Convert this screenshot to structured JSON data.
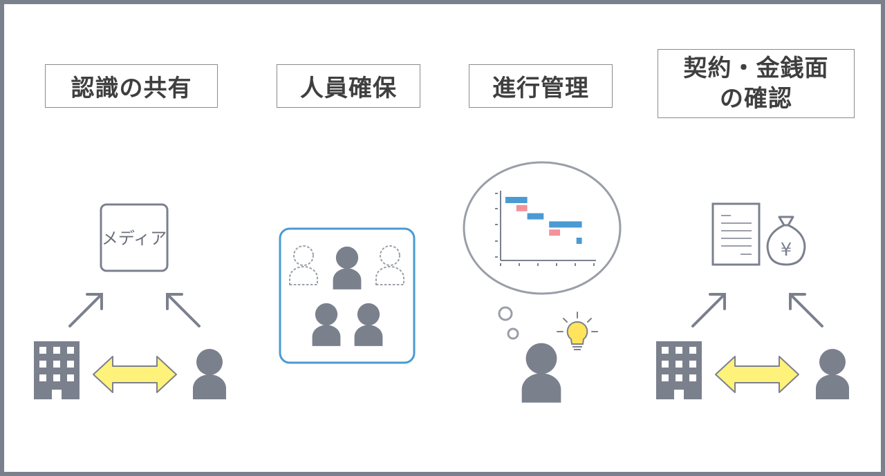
{
  "panels": [
    {
      "title": "認識の共有",
      "media_label": "メディア"
    },
    {
      "title": "人員確保"
    },
    {
      "title": "進行管理"
    },
    {
      "title_line1": "契約・金銭面",
      "title_line2": "の確認",
      "currency_symbol": "¥"
    }
  ],
  "colors": {
    "frame": "#7b808d",
    "icon_gray": "#7b808d",
    "arrow_yellow": "#fff27a",
    "team_box_border": "#4a9ad4",
    "gantt_blue": "#4a9ad4",
    "gantt_pink": "#f4929a",
    "bulb_yellow": "#ffe45c"
  },
  "gantt": {
    "bars": [
      {
        "series": "plan",
        "start": 1,
        "end": 3
      },
      {
        "series": "actual",
        "start": 2,
        "end": 3
      },
      {
        "series": "plan",
        "start": 3,
        "end": 4.5
      },
      {
        "series": "plan",
        "start": 5,
        "end": 8
      },
      {
        "series": "actual",
        "start": 5,
        "end": 6
      },
      {
        "series": "plan",
        "start": 7.5,
        "end": 8
      }
    ]
  },
  "icons": [
    "building-icon",
    "person-icon",
    "double-arrow-icon",
    "media-box-icon",
    "dotted-person-icon",
    "thought-bubble-icon",
    "gantt-chart-icon",
    "lightbulb-icon",
    "document-icon",
    "money-bag-icon"
  ]
}
